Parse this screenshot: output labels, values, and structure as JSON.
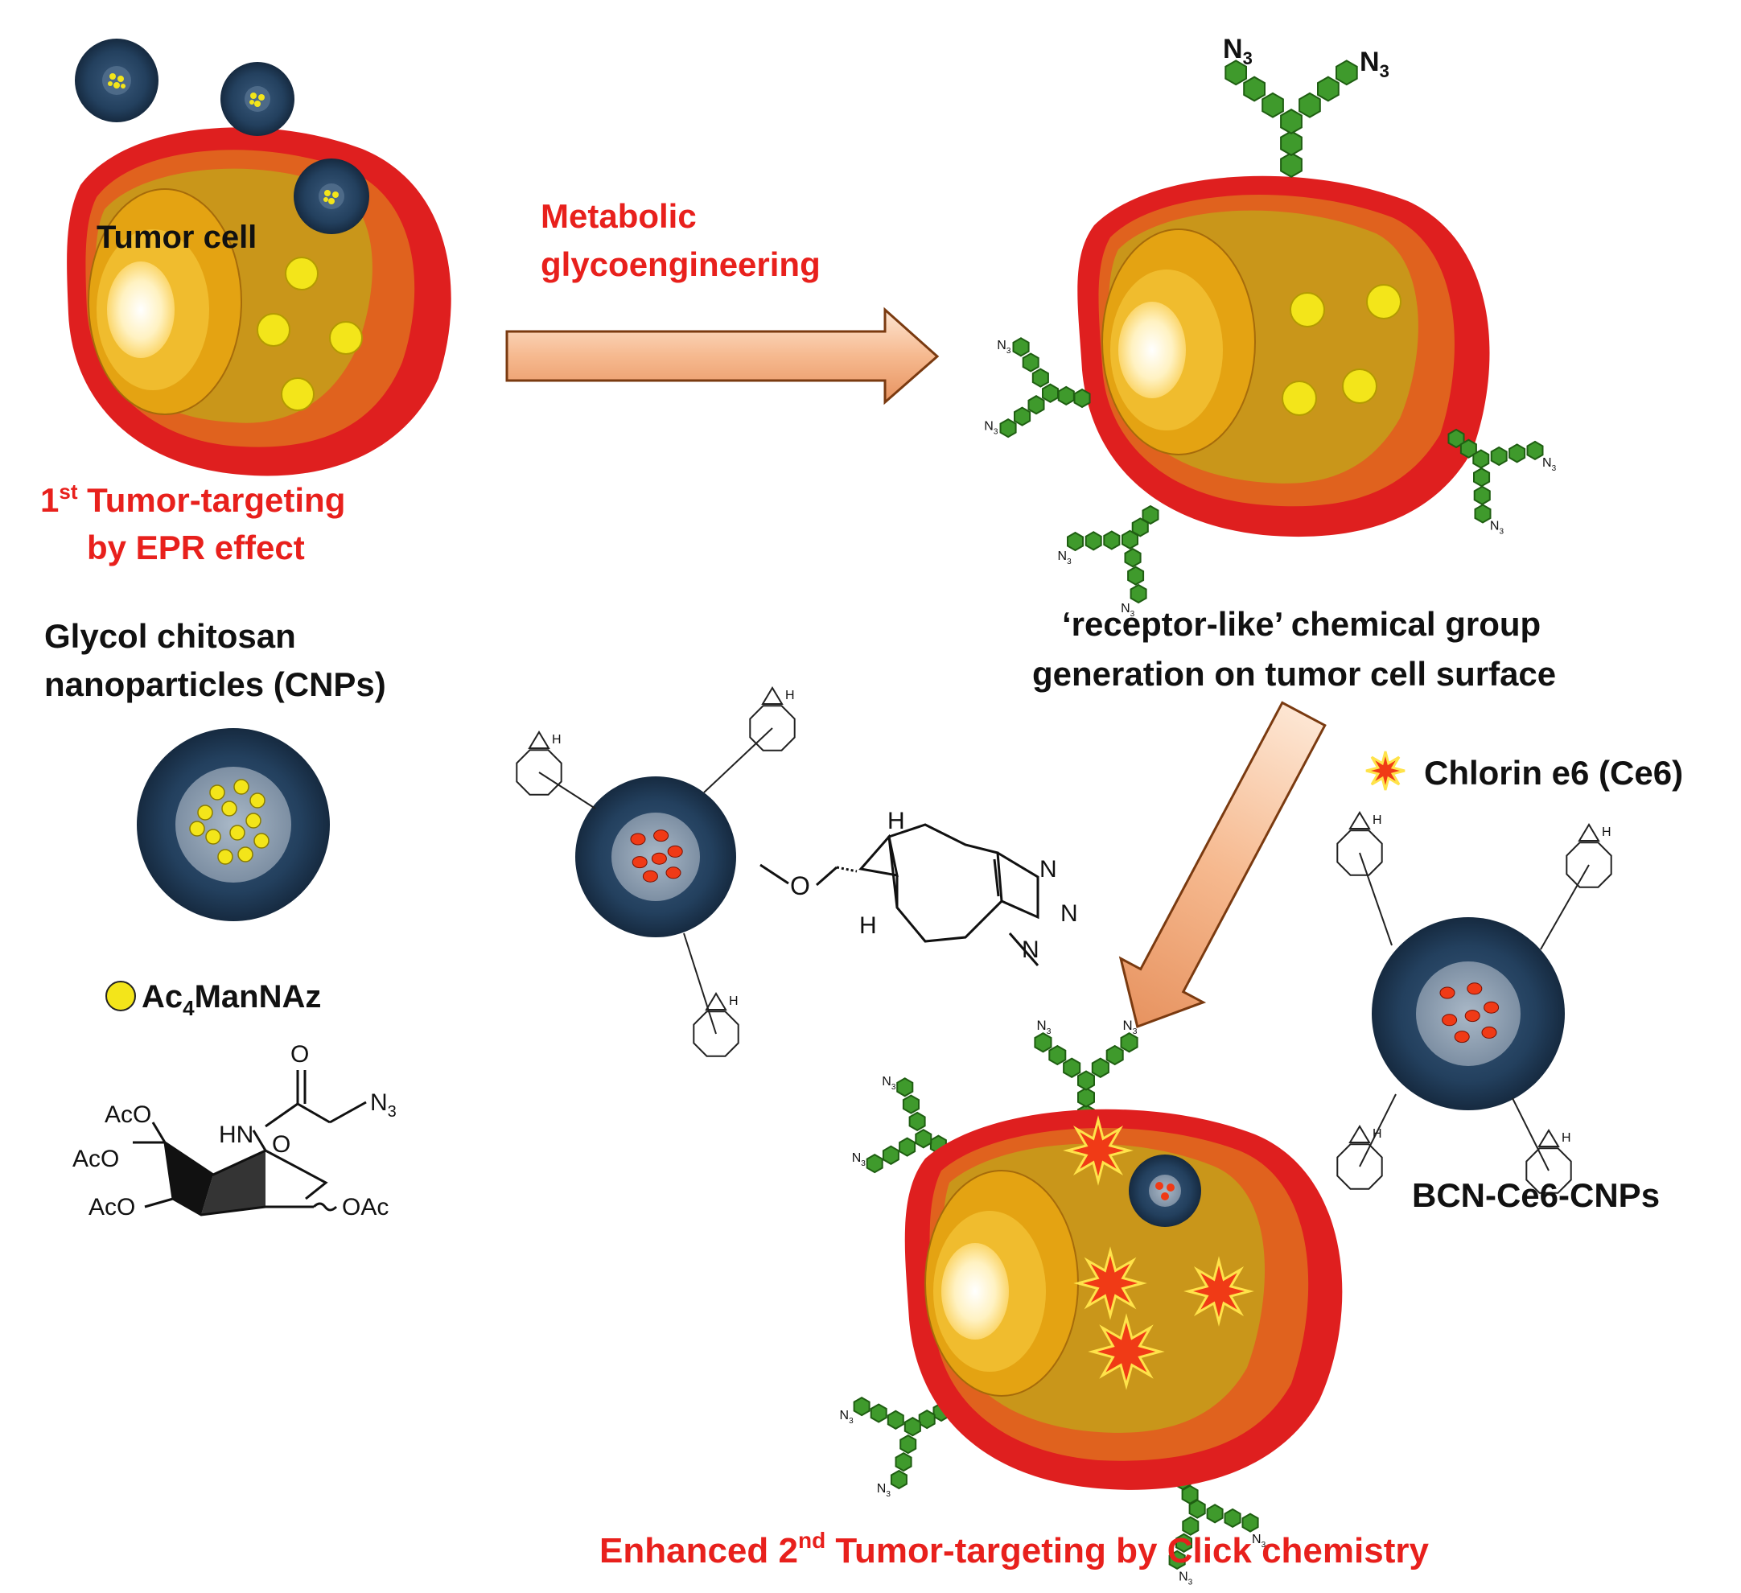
{
  "colors": {
    "red_label": "#e8201c",
    "cell_membrane": "#df1f1f",
    "cytoplasm_outer": "#e0621e",
    "cytoplasm_inner": "#c9961a",
    "nucleus": "#e4a312",
    "nucleolus": "#fff7d2",
    "payload_yellow": "#f3e51a",
    "nanoparticle_shell": "#23405e",
    "nanoparticle_core": "#8b9db0",
    "receptor_green": "#3f9a2c",
    "ce6_star": "#f03a16",
    "arrow_fill": "#f4b890"
  },
  "cell1": {
    "label": "Tumor cell",
    "caption_line1_prefix": "1",
    "caption_line1_sup": "st",
    "caption_line1_rest": " Tumor-targeting",
    "caption_line2": "by EPR effect"
  },
  "step1": {
    "line1": "Metabolic",
    "line2": "glycoengineering"
  },
  "cnp_legend": {
    "line1": "Glycol chitosan",
    "line2": "nanoparticles (CNPs)"
  },
  "ac4mannaz": {
    "label_prefix": "Ac",
    "label_sub": "4",
    "label_rest": "ManNAz",
    "structure": {
      "ketone_o": "O",
      "azide": "N",
      "azide_sub": "3",
      "aco_1": "AcO",
      "aco_2": "AcO",
      "aco_3": "AcO",
      "hn": "HN",
      "ring_o": "O",
      "oac": "OAc"
    }
  },
  "receptor_label": {
    "line1": "‘receptor-like’ chemical group",
    "line2": "generation on tumor cell surface"
  },
  "azide_tag": {
    "main": "N",
    "sub": "3"
  },
  "ce6_legend": "Chlorin e6 (Ce6)",
  "bcn_label": "BCN-Ce6-CNPs",
  "triazole_linker": {
    "o": "O",
    "h_top": "H",
    "h_bottom": "H",
    "n1": "N",
    "n2": "N",
    "n3": "N"
  },
  "bcn_h": "H",
  "final_caption": {
    "prefix": "Enhanced 2",
    "sup": "nd",
    "rest": " Tumor-targeting by Click chemistry"
  }
}
